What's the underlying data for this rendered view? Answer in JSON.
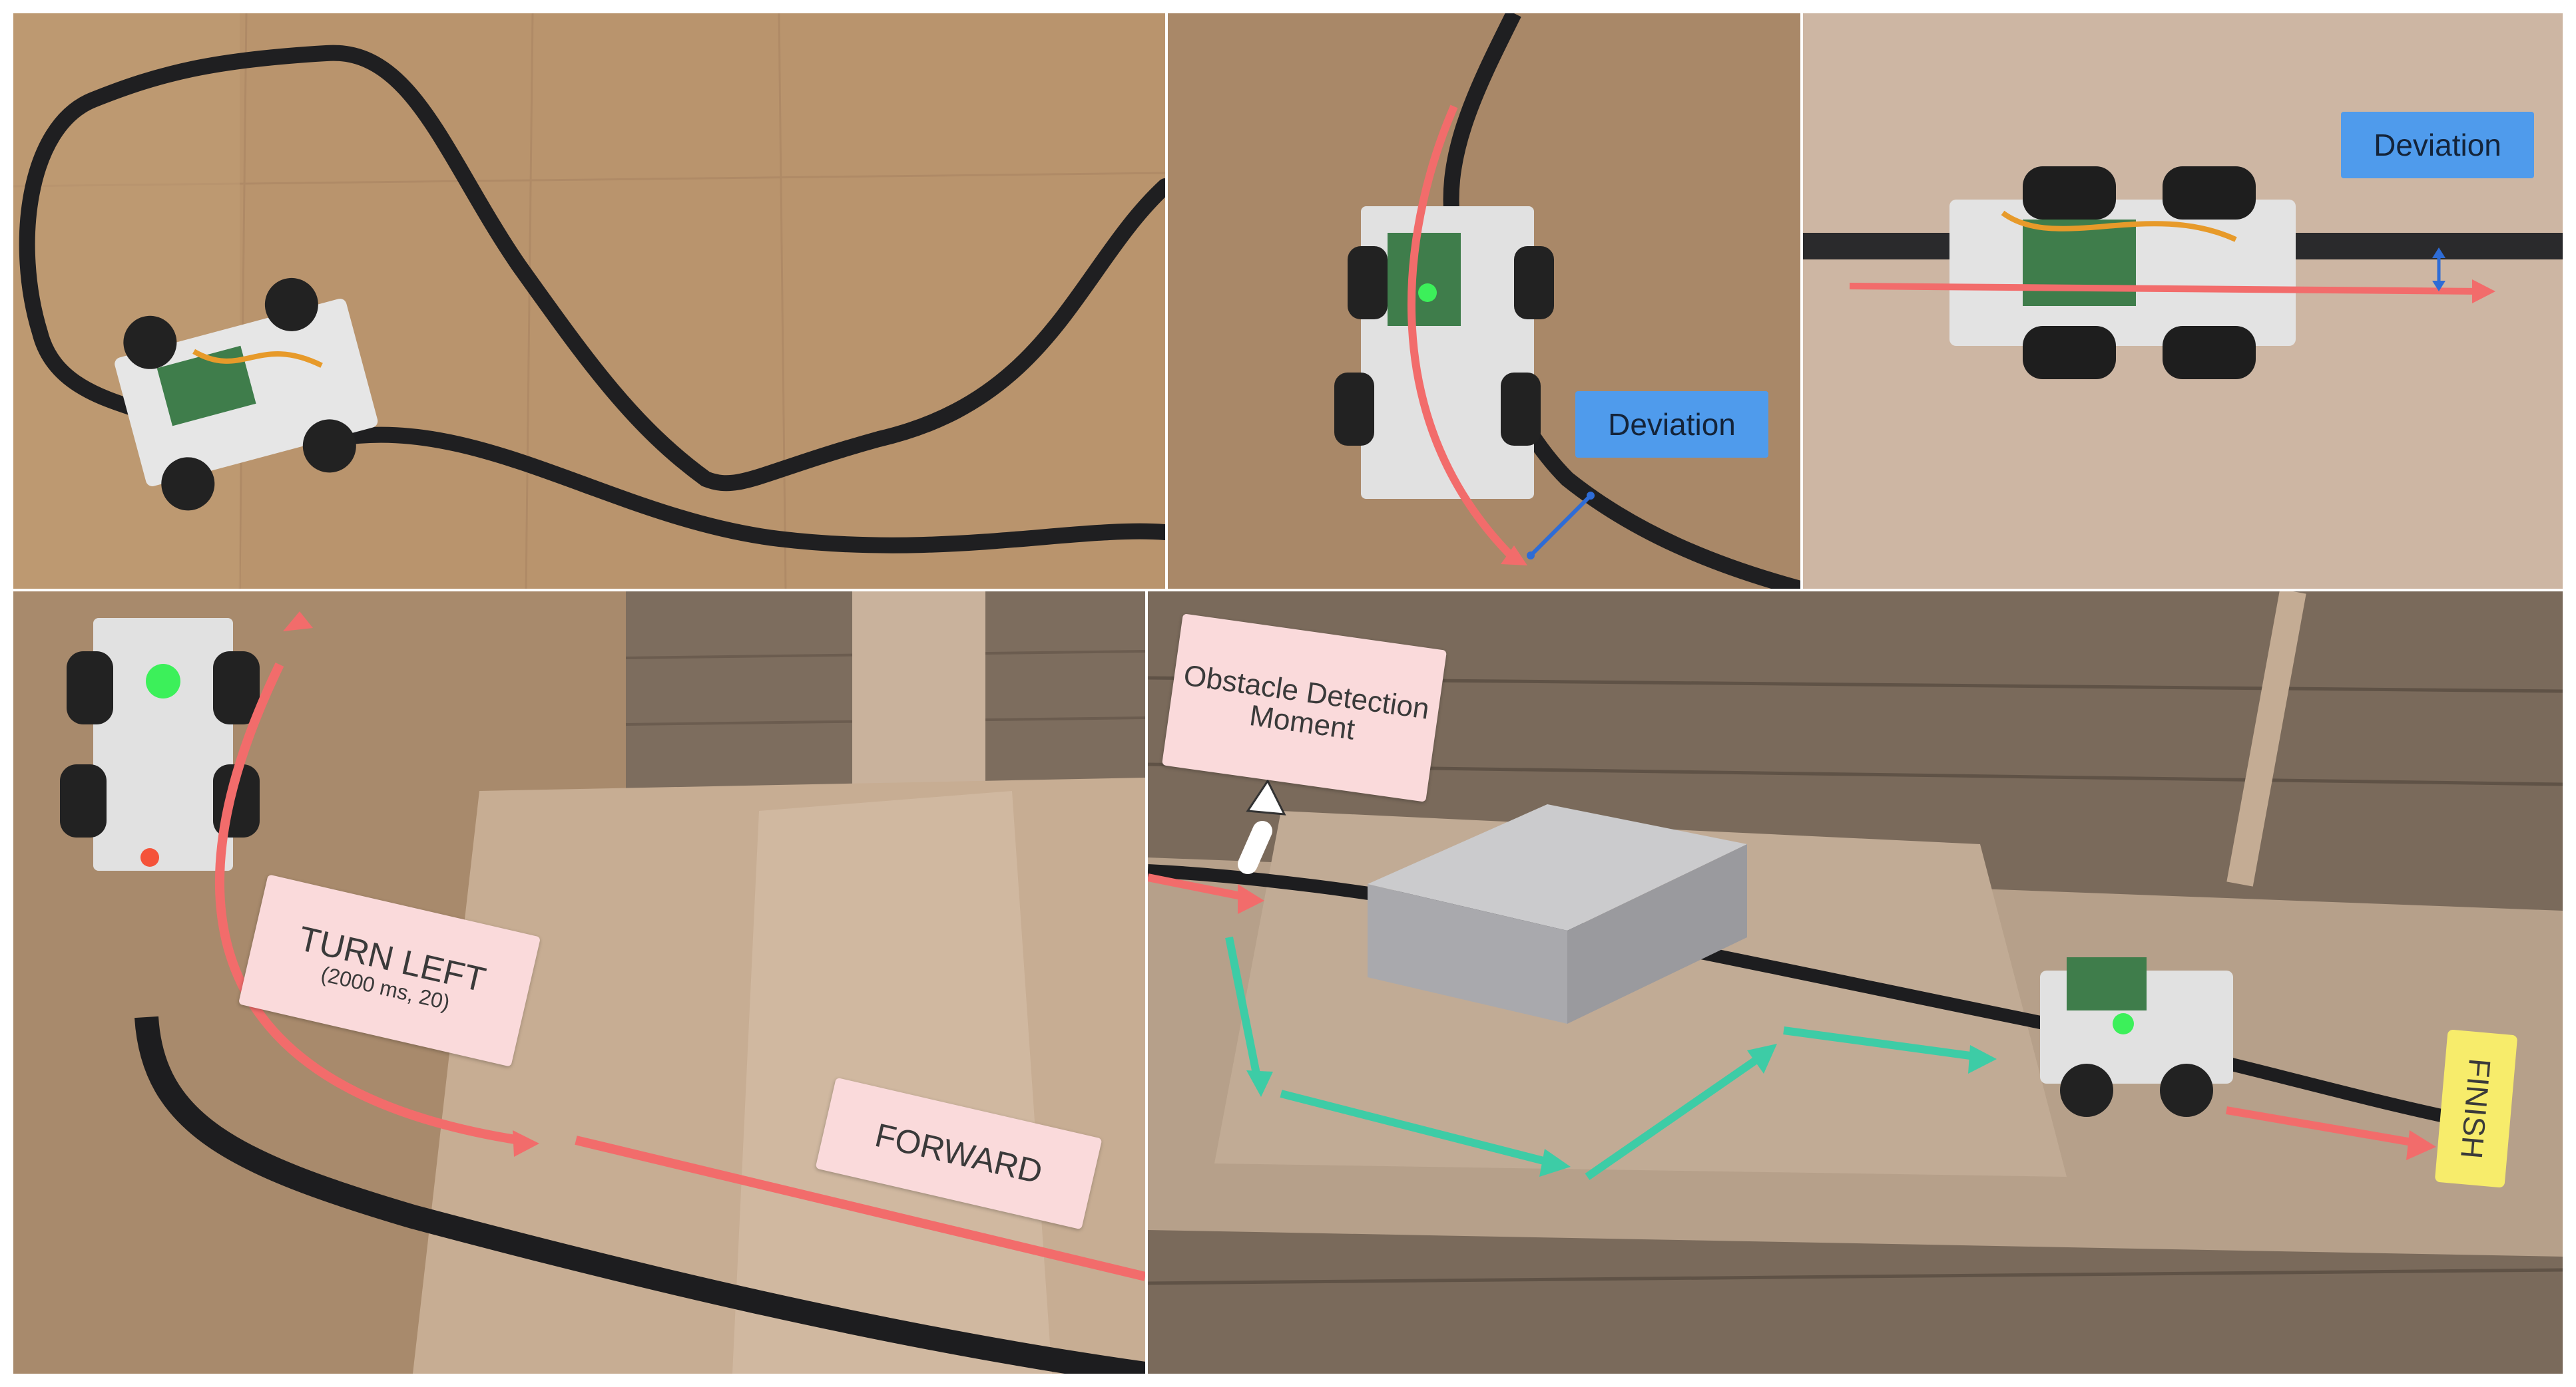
{
  "panels": {
    "top_right": {
      "deviation_label": "Deviation"
    },
    "top_middle": {
      "deviation_label": "Deviation"
    },
    "bottom_left": {
      "turn_label": "TURN LEFT",
      "turn_params": "(2000 ms, 20)",
      "forward_label": "FORWARD"
    },
    "bottom_right": {
      "obstacle_label_line1": "Obstacle Detection",
      "obstacle_label_line2": "Moment",
      "finish_label": "FINISH"
    }
  },
  "colors": {
    "cardboard": "#b8926c",
    "tape": "#1f1f21",
    "path_red": "#f26c6b",
    "path_green": "#3dcca6",
    "deviation_blue": "#4f9bec",
    "label_pink": "#fadadb",
    "label_yellow": "#f7ec6b",
    "floor_wood": "#7a6a5b"
  }
}
